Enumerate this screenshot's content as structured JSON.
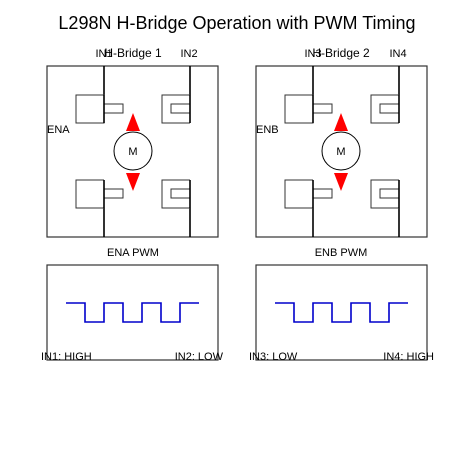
{
  "title": "L298N H-Bridge Operation with PWM Timing",
  "bridges": [
    {
      "label": "H-Bridge 1",
      "in_left": "IN1",
      "in_right": "IN2",
      "enable": "ENA",
      "motor": "M",
      "pwm_title": "ENA PWM",
      "state_left": "IN1: HIGH",
      "state_right": "IN2: LOW"
    },
    {
      "label": "H-Bridge 2",
      "in_left": "IN3",
      "in_right": "IN4",
      "enable": "ENB",
      "motor": "M",
      "pwm_title": "ENB PWM",
      "state_left": "IN3: LOW",
      "state_right": "IN4: HIGH"
    }
  ],
  "colors": {
    "arrow": "#ff0000",
    "pwm": "#0000cc",
    "line": "#000000"
  }
}
